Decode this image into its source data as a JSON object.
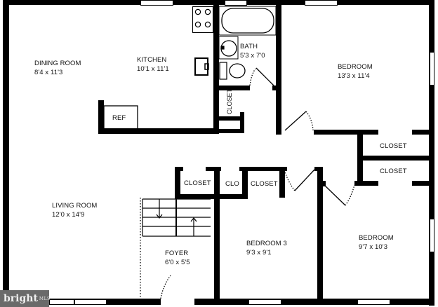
{
  "rooms": {
    "dining": {
      "name": "DINING ROOM",
      "dims": "8'4 x 11'3"
    },
    "kitchen": {
      "name": "KITCHEN",
      "dims": "10'1 x 11'1"
    },
    "bath": {
      "name": "BATH",
      "dims": "5'3 x 7'0"
    },
    "bedroom_main": {
      "name": "BEDROOM",
      "dims": "13'3 x 11'4"
    },
    "living": {
      "name": "LIVING ROOM",
      "dims": "12'0 x 14'9"
    },
    "foyer": {
      "name": "FOYER",
      "dims": "6'0 x 5'5"
    },
    "bedroom3": {
      "name": "BEDROOM 3",
      "dims": "9'3 x 9'1"
    },
    "bedroom_se": {
      "name": "BEDROOM",
      "dims": "9'7 x 10'3"
    }
  },
  "labels": {
    "ref": "REF",
    "closet_bath": "CLOSET",
    "closet_ne1": "CLOSET",
    "closet_ne2": "CLOSET",
    "closet_hall1": "CLOSET",
    "clo_hall": "CLO",
    "closet_hall2": "CLOSET"
  },
  "watermark": {
    "brand": "bright",
    "suffix": "MLS"
  },
  "colors": {
    "wall": "#000000",
    "background": "#ffffff",
    "watermark_bg": "#6a6a6a"
  }
}
